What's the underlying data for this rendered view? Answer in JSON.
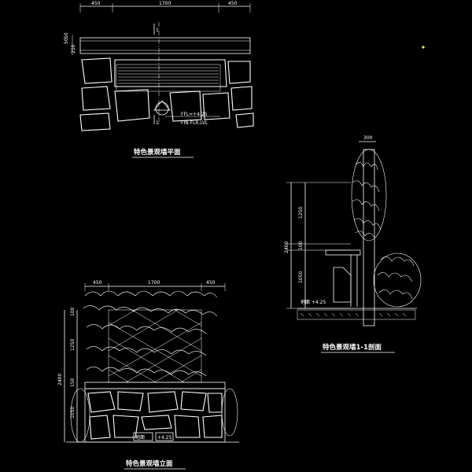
{
  "plan": {
    "title": "特色景观墙平面",
    "dims": {
      "left": "450",
      "middle": "1700",
      "right": "450",
      "side_a": "50",
      "side_b": "50",
      "side_c": "250"
    },
    "section_mark": "1",
    "level_text": "FFL=+4.25",
    "level_note": "FIN FLR.LVL"
  },
  "elevation": {
    "title": "特色景观墙立面",
    "dims": {
      "left": "450",
      "middle": "1700",
      "right": "450",
      "total_h": "2400",
      "top_h": "1250",
      "band_a": "100",
      "band_b": "150",
      "base_h": "1050"
    },
    "ground_label_a": "地面",
    "ground_label_b": "+4.25"
  },
  "section": {
    "title": "特色景观墙1-1剖面",
    "dims": {
      "width": "300",
      "total_h": "2400",
      "top_h": "1250",
      "band": "100",
      "base_h": "1050"
    },
    "ground_label": "地面 +4.25"
  },
  "colors": {
    "line": "#ffffff",
    "background": "#000000",
    "accent": "#ffff66"
  }
}
